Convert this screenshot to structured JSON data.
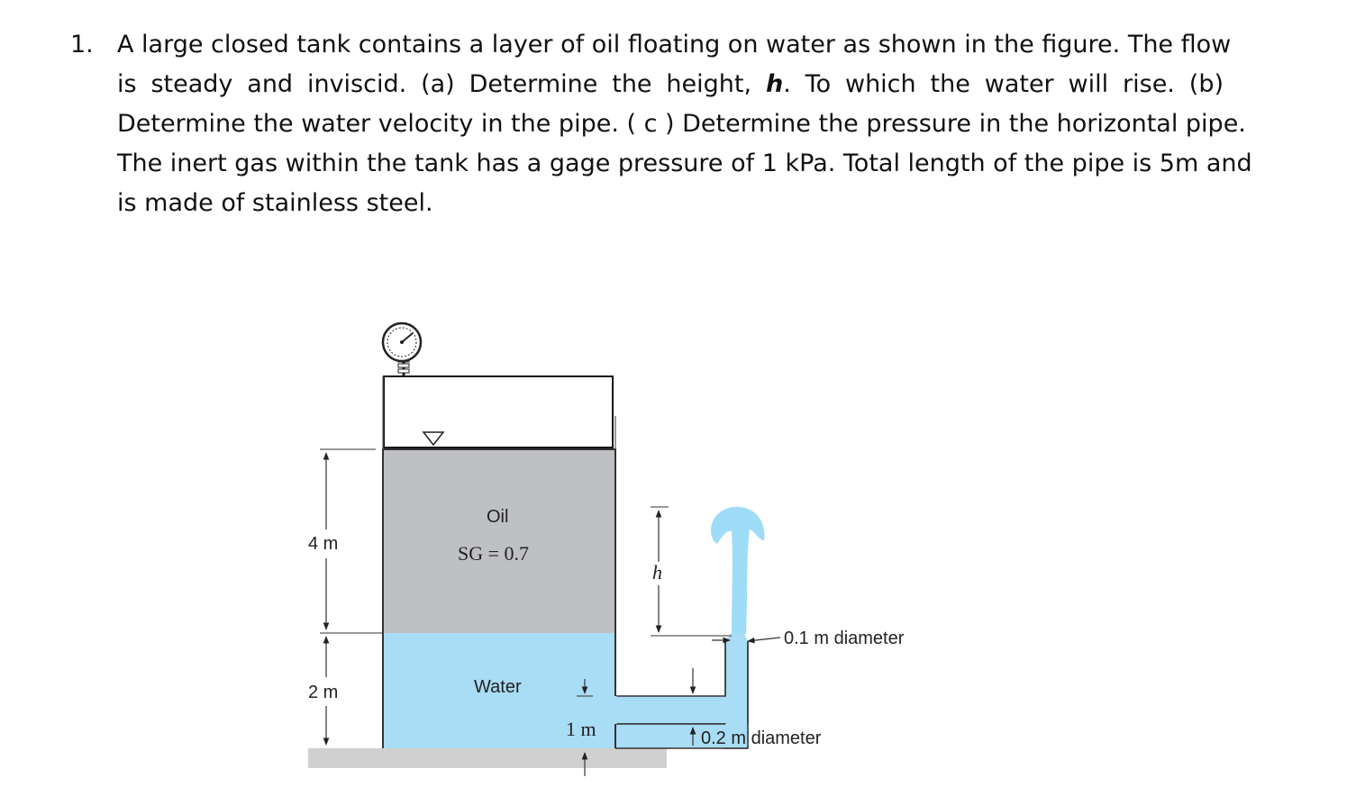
{
  "problem": {
    "number": "1.",
    "lines": [
      "A large closed tank contains a layer of oil floating on water as shown in the figure. The flow",
      "is steady and inviscid. (a) Determine the height, h. To which the water will rise. (b)",
      "Determine the water velocity in the pipe. ( c ) Determine the pressure in the horizontal pipe.",
      "The inert gas within the tank has a gage pressure of 1 kPa. Total length of the pipe is 5m and",
      "is made of stainless steel."
    ],
    "line2_pre": "is steady and inviscid. (a) Determine the height, ",
    "line2_h": "h",
    "line2_post": ". To which the water will rise. (b)"
  },
  "figure": {
    "oil_label": "Oil",
    "sg_label": "SG = 0.7",
    "water_label": "Water",
    "dim_4m": "4 m",
    "dim_2m": "2 m",
    "dim_1m": "1 m",
    "dim_h": "h",
    "pipe_small": "0.1 m diameter",
    "pipe_large": "0.2 m diameter",
    "colors": {
      "oil": "#bfc0c3",
      "water": "#a9dcf5",
      "jet": "#9fdcf7",
      "ground": "#d0d0d0",
      "line": "#333333"
    }
  }
}
